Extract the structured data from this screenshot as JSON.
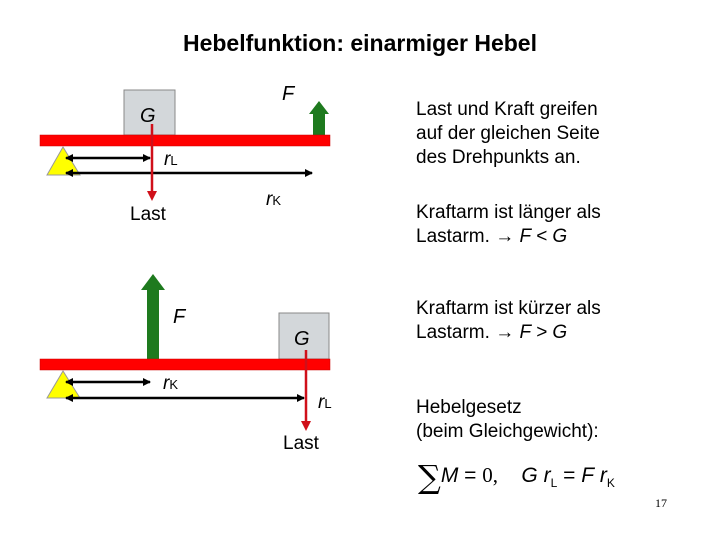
{
  "slide": {
    "title": "Hebelfunktion: einarmiger Hebel",
    "page_number": "17"
  },
  "diagram_top": {
    "weight_label": "G",
    "force_label": "F",
    "load_label": "Last",
    "r_load": {
      "base": "r",
      "sub": "L"
    },
    "r_force": {
      "base": "r",
      "sub": "K"
    },
    "colors": {
      "lever": "#ff0000",
      "force_arrow": "#1e7a1e",
      "load_arrow": "#d0101a",
      "pivot": "#ffff00",
      "weight_box": "#d3d7da"
    }
  },
  "diagram_bottom": {
    "weight_label": "G",
    "force_label": "F",
    "load_label": "Last",
    "r_load": {
      "base": "r",
      "sub": "L"
    },
    "r_force": {
      "base": "r",
      "sub": "K"
    }
  },
  "text": {
    "block1_line1": "Last und Kraft greifen",
    "block1_line2": "auf der gleichen Seite",
    "block1_line3": "des Drehpunkts an.",
    "block2_line1": "Kraftarm ist länger als",
    "block2_line2_prefix": "Lastarm. → ",
    "block2_relation": "F < G",
    "block3_line1": "Kraftarm ist kürzer als",
    "block3_line2_prefix": "Lastarm. → ",
    "block3_relation": "F > G",
    "block4_line1": "Hebelgesetz",
    "block4_line2": "(beim Gleichgewicht):"
  },
  "formula": {
    "sum_symbol": "∑",
    "moment": "M",
    "equals_zero": " = ",
    "zero": "0,",
    "G": "G",
    "r": "r",
    "sub_L": "L",
    "equals": " = ",
    "F": "F",
    "sub_K": "K"
  }
}
